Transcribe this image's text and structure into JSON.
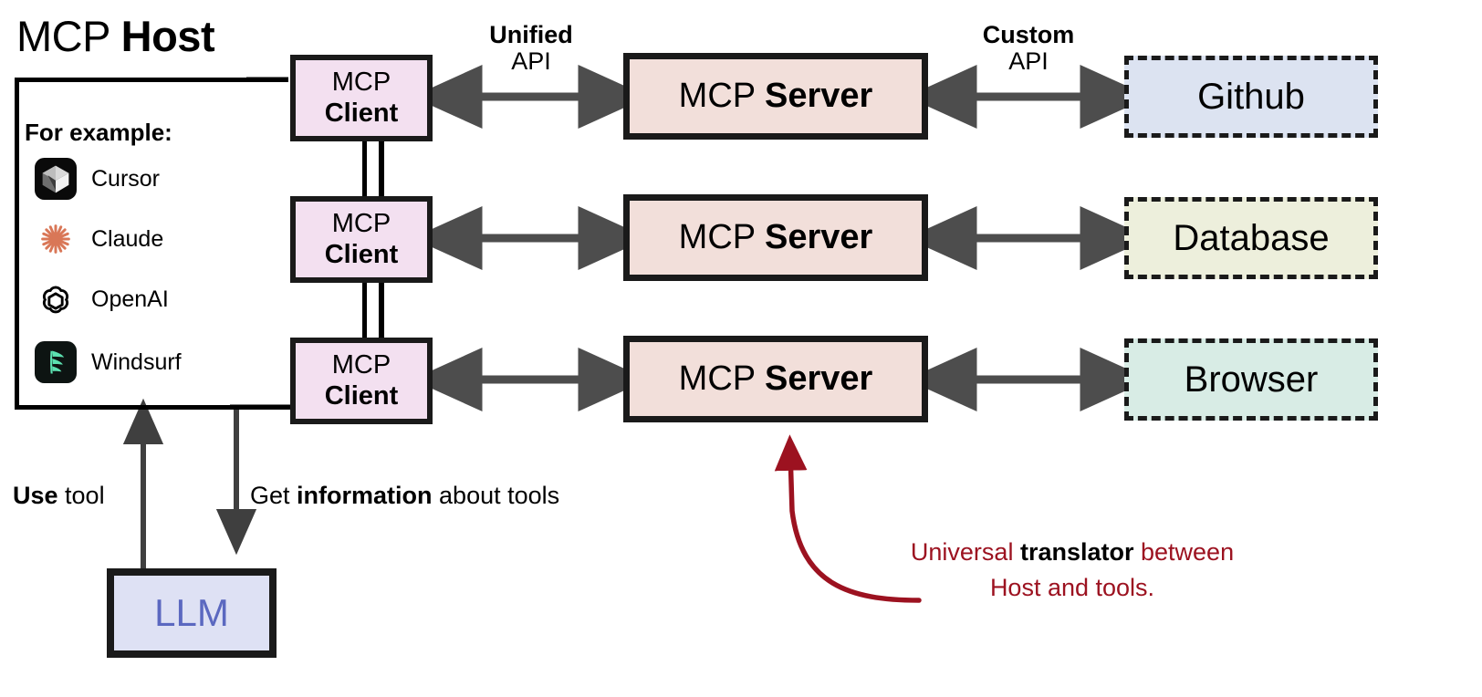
{
  "title": {
    "regular": "MCP ",
    "bold": "Host"
  },
  "host": {
    "for_example_label": "For example:",
    "examples": [
      {
        "label": "Cursor",
        "icon": "cursor-icon"
      },
      {
        "label": "Claude",
        "icon": "claude-icon"
      },
      {
        "label": "OpenAI",
        "icon": "openai-icon"
      },
      {
        "label": "Windsurf",
        "icon": "windsurf-icon"
      }
    ]
  },
  "clients": [
    {
      "regular": "MCP",
      "bold": "Client"
    },
    {
      "regular": "MCP",
      "bold": "Client"
    },
    {
      "regular": "MCP",
      "bold": "Client"
    }
  ],
  "servers": [
    {
      "regular": "MCP ",
      "bold": "Server"
    },
    {
      "regular": "MCP ",
      "bold": "Server"
    },
    {
      "regular": "MCP ",
      "bold": "Server"
    }
  ],
  "tools": [
    {
      "label": "Github",
      "fill": "#dce3f1"
    },
    {
      "label": "Database",
      "fill": "#edefdc"
    },
    {
      "label": "Browser",
      "fill": "#d8ece5"
    }
  ],
  "edge_labels": {
    "unified_api": {
      "line1": "Unified",
      "line2": "API"
    },
    "custom_api": {
      "line1": "Custom",
      "line2": "API"
    }
  },
  "flows": {
    "use_tool": {
      "bold": "Use",
      "regular": " tool"
    },
    "get_info_pre": "Get ",
    "get_info_bold": "information",
    "get_info_post": " about tools"
  },
  "llm": {
    "label": "LLM",
    "text_color": "#5b68c0"
  },
  "annotation": {
    "pre": "Universal ",
    "bold": "translator",
    "post": " between",
    "line2": "Host and tools.",
    "color": "#9c1220"
  },
  "colors": {
    "client_fill": "#f3e0f0",
    "server_fill": "#f2dfda",
    "llm_fill": "#dee1f4",
    "arrow_gray": "#4d4d4d",
    "stroke_black": "#1a1a1a",
    "claude_orange": "#d97757",
    "windsurf_teal": "#5ce0b0"
  }
}
